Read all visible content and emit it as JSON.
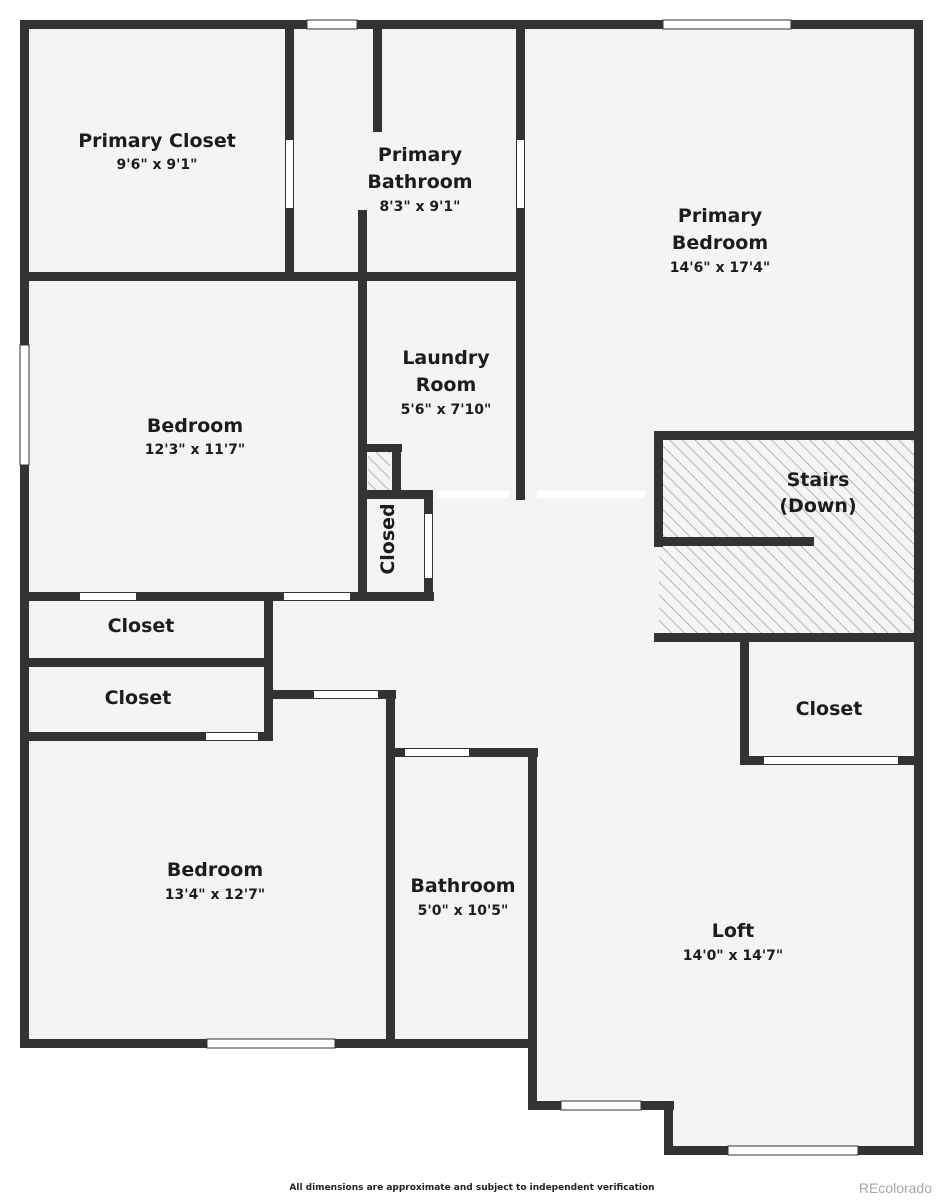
{
  "rooms": {
    "primary_closet": {
      "name": [
        "Primary Closet"
      ],
      "dim": "9'6\" x 9'1\""
    },
    "primary_bathroom": {
      "name": [
        "Primary",
        "Bathroom"
      ],
      "dim": "8'3\" x 9'1\""
    },
    "primary_bedroom": {
      "name": [
        "Primary",
        "Bedroom"
      ],
      "dim": "14'6\" x 17'4\""
    },
    "laundry_room": {
      "name": [
        "Laundry",
        "Room"
      ],
      "dim": "5'6\" x 7'10\""
    },
    "bedroom_upper": {
      "name": [
        "Bedroom"
      ],
      "dim": "12'3\" x 11'7\""
    },
    "stairs": {
      "name": [
        "Stairs",
        "(Down)"
      ]
    },
    "closed": {
      "name": [
        "Closed"
      ]
    },
    "closet_a": {
      "name": [
        "Closet"
      ]
    },
    "closet_b": {
      "name": [
        "Closet"
      ]
    },
    "closet_right": {
      "name": [
        "Closet"
      ]
    },
    "bedroom_lower": {
      "name": [
        "Bedroom"
      ],
      "dim": "13'4\" x 12'7\""
    },
    "bathroom": {
      "name": [
        "Bathroom"
      ],
      "dim": "5'0\" x 10'5\""
    },
    "loft": {
      "name": [
        "Loft"
      ],
      "dim": "14'0\" x 14'7\""
    }
  },
  "footer": "All dimensions are approximate and subject to independent verification",
  "watermark": "REcolorado",
  "colors": {
    "wall": "#333333",
    "floor": "#f4f4f4",
    "hatch": "#9a9a9a",
    "window": "#ffffff"
  }
}
